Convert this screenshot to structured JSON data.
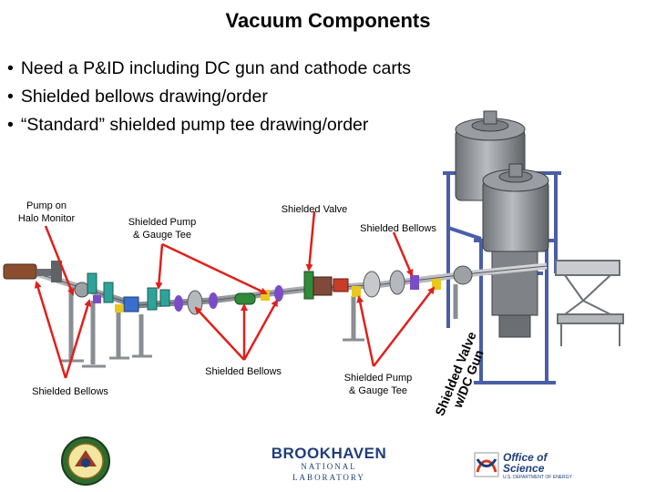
{
  "slide": {
    "title": "Vacuum Components",
    "bullets": [
      "Need a P&ID including DC gun and cathode carts",
      "Shielded bellows drawing/order",
      "“Standard” shielded pump tee drawing/order"
    ]
  },
  "labels": {
    "pump_on_halo_monitor": [
      "Pump on",
      "Halo Monitor"
    ],
    "shielded_pump_gauge_tee_top": [
      "Shielded Pump",
      "& Gauge Tee"
    ],
    "shielded_valve": "Shielded Valve",
    "shielded_bellows_top_right": "Shielded Bellows",
    "shielded_bellows_center": "Shielded Bellows",
    "shielded_bellows_left": "Shielded Bellows",
    "shielded_pump_gauge_tee_bottom": [
      "Shielded Pump",
      "& Gauge Tee"
    ],
    "shielded_valve_dc_gun": [
      "Shielded Valve",
      "w/DC Gun"
    ]
  },
  "logos": {
    "left_seal": "seal",
    "center": {
      "line1": "BROOKHAVEN",
      "line2": "NATIONAL LABORATORY"
    },
    "right": {
      "line1": "Office of",
      "line2": "Science",
      "line3": "U.S. DEPARTMENT OF ENERGY"
    }
  },
  "colors": {
    "arrow": "#e0201c",
    "frame_blue": "#4a5ea8",
    "tank_gray": "#8d9094",
    "pipe_gray": "#a9abaf",
    "accent_yellow": "#e8c81c",
    "accent_purple": "#7a4cc8",
    "accent_green": "#2f8a3a",
    "brookhaven_blue": "#1e3d7a",
    "office_red": "#d03c1c"
  }
}
